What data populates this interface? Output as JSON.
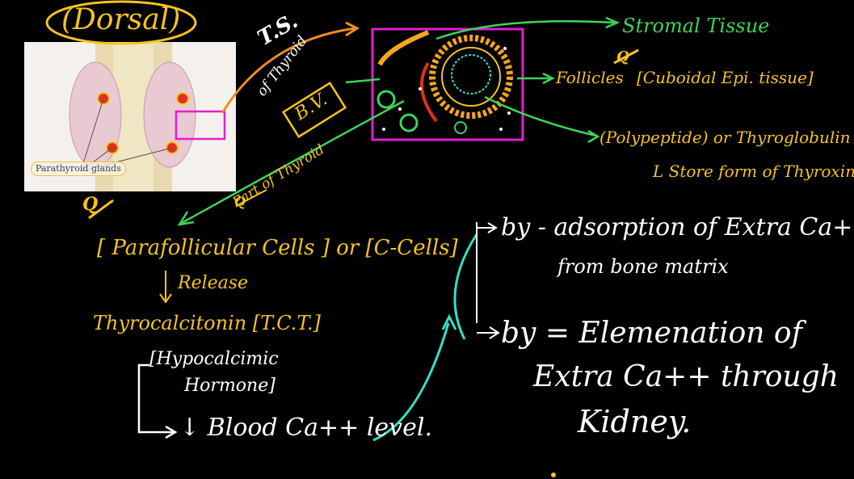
{
  "title": "(Dorsal)",
  "image": {
    "label": "Parathyroid glands"
  },
  "ts_label": "T.S.",
  "of_thyroid": "of Thyroid",
  "bv_label": "B.V.",
  "part_of_thyroid": "Part of Thyroid",
  "stromal_tissue": "Stromal Tissue",
  "follicles": "Follicles",
  "cuboidal": "[Cuboidal Epi. tissue]",
  "polypeptide": "(Polypeptide) or Thyroglobulin",
  "store_form": "L Store form of Thyroxin",
  "parafollicular": "[ Parafollicular Cells ] or [C-Cells]",
  "release": "Release",
  "thyrocalcitonin": "Thyrocalcitonin [T.C.T.]",
  "hypocalcemic_1": "[Hypocalcimic",
  "hypocalcemic_2": "Hormone]",
  "blood_ca": "↓ Blood Ca++ level.",
  "by_adsorption_1": "by - adsorption of Extra Ca++",
  "by_adsorption_2": "from bone matrix",
  "by_elimination_1": "by = Elemenation of",
  "by_elimination_2": "Extra Ca++ through",
  "kidney": "Kidney.",
  "mark_q": "Q",
  "colors": {
    "yellow": "#f5c31f",
    "green": "#3fd35b",
    "pink": "#e21fd0",
    "orange": "#f28c1c",
    "cyan": "#35e0c8",
    "white": "#ffffff"
  }
}
